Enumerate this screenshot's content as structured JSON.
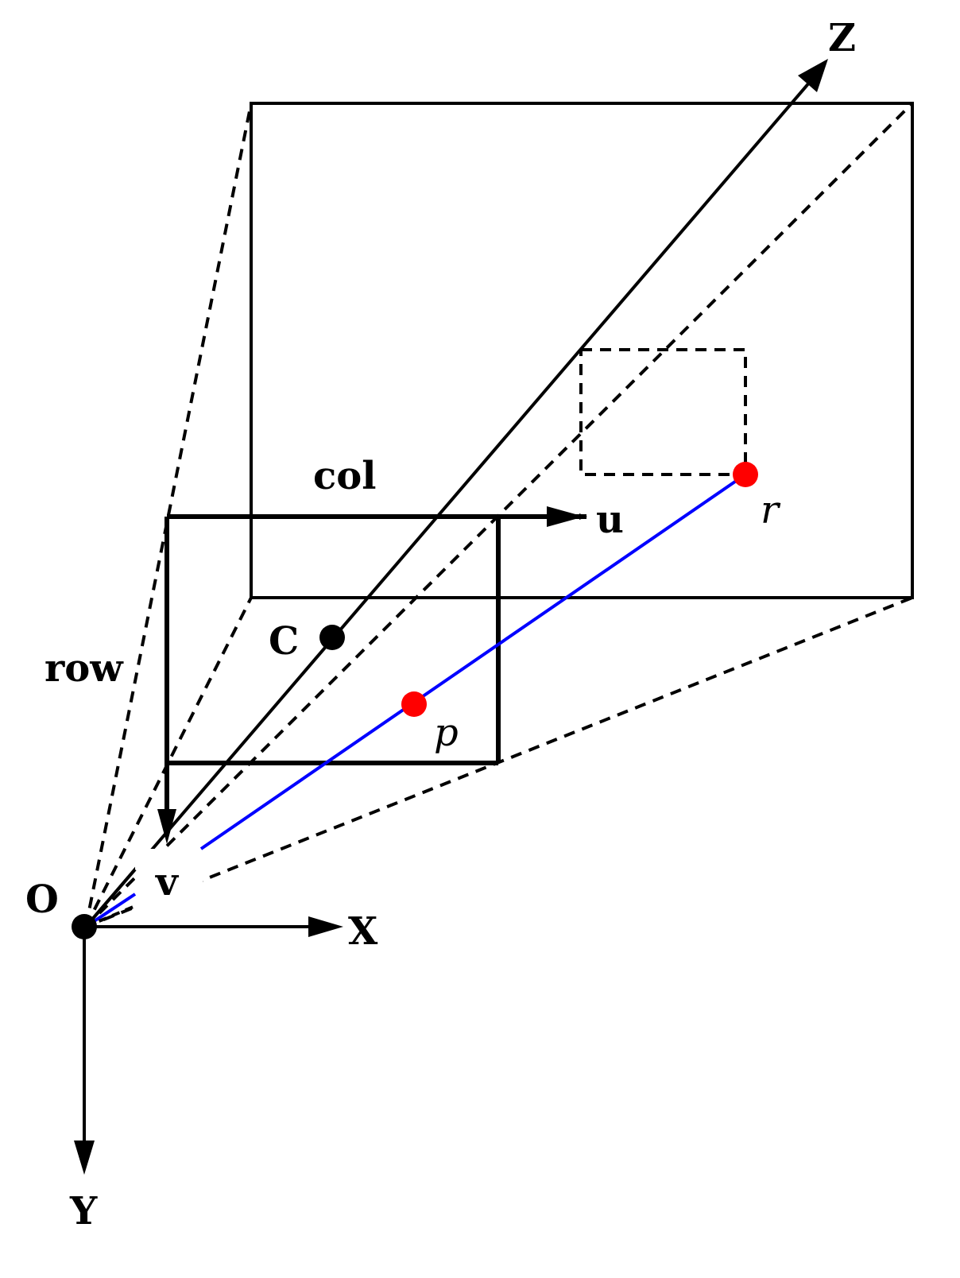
{
  "labels": {
    "z_axis": "Z",
    "x_axis": "X",
    "y_axis": "Y",
    "origin": "O",
    "principal_point": "C",
    "image_point": "p",
    "scene_point": "r",
    "col": "col",
    "row": "row",
    "u_axis": "u",
    "v_axis": "v"
  },
  "colors": {
    "line": "#000000",
    "ray": "#0000ff",
    "point_highlight": "#ff0000",
    "point_dark": "#000000"
  }
}
